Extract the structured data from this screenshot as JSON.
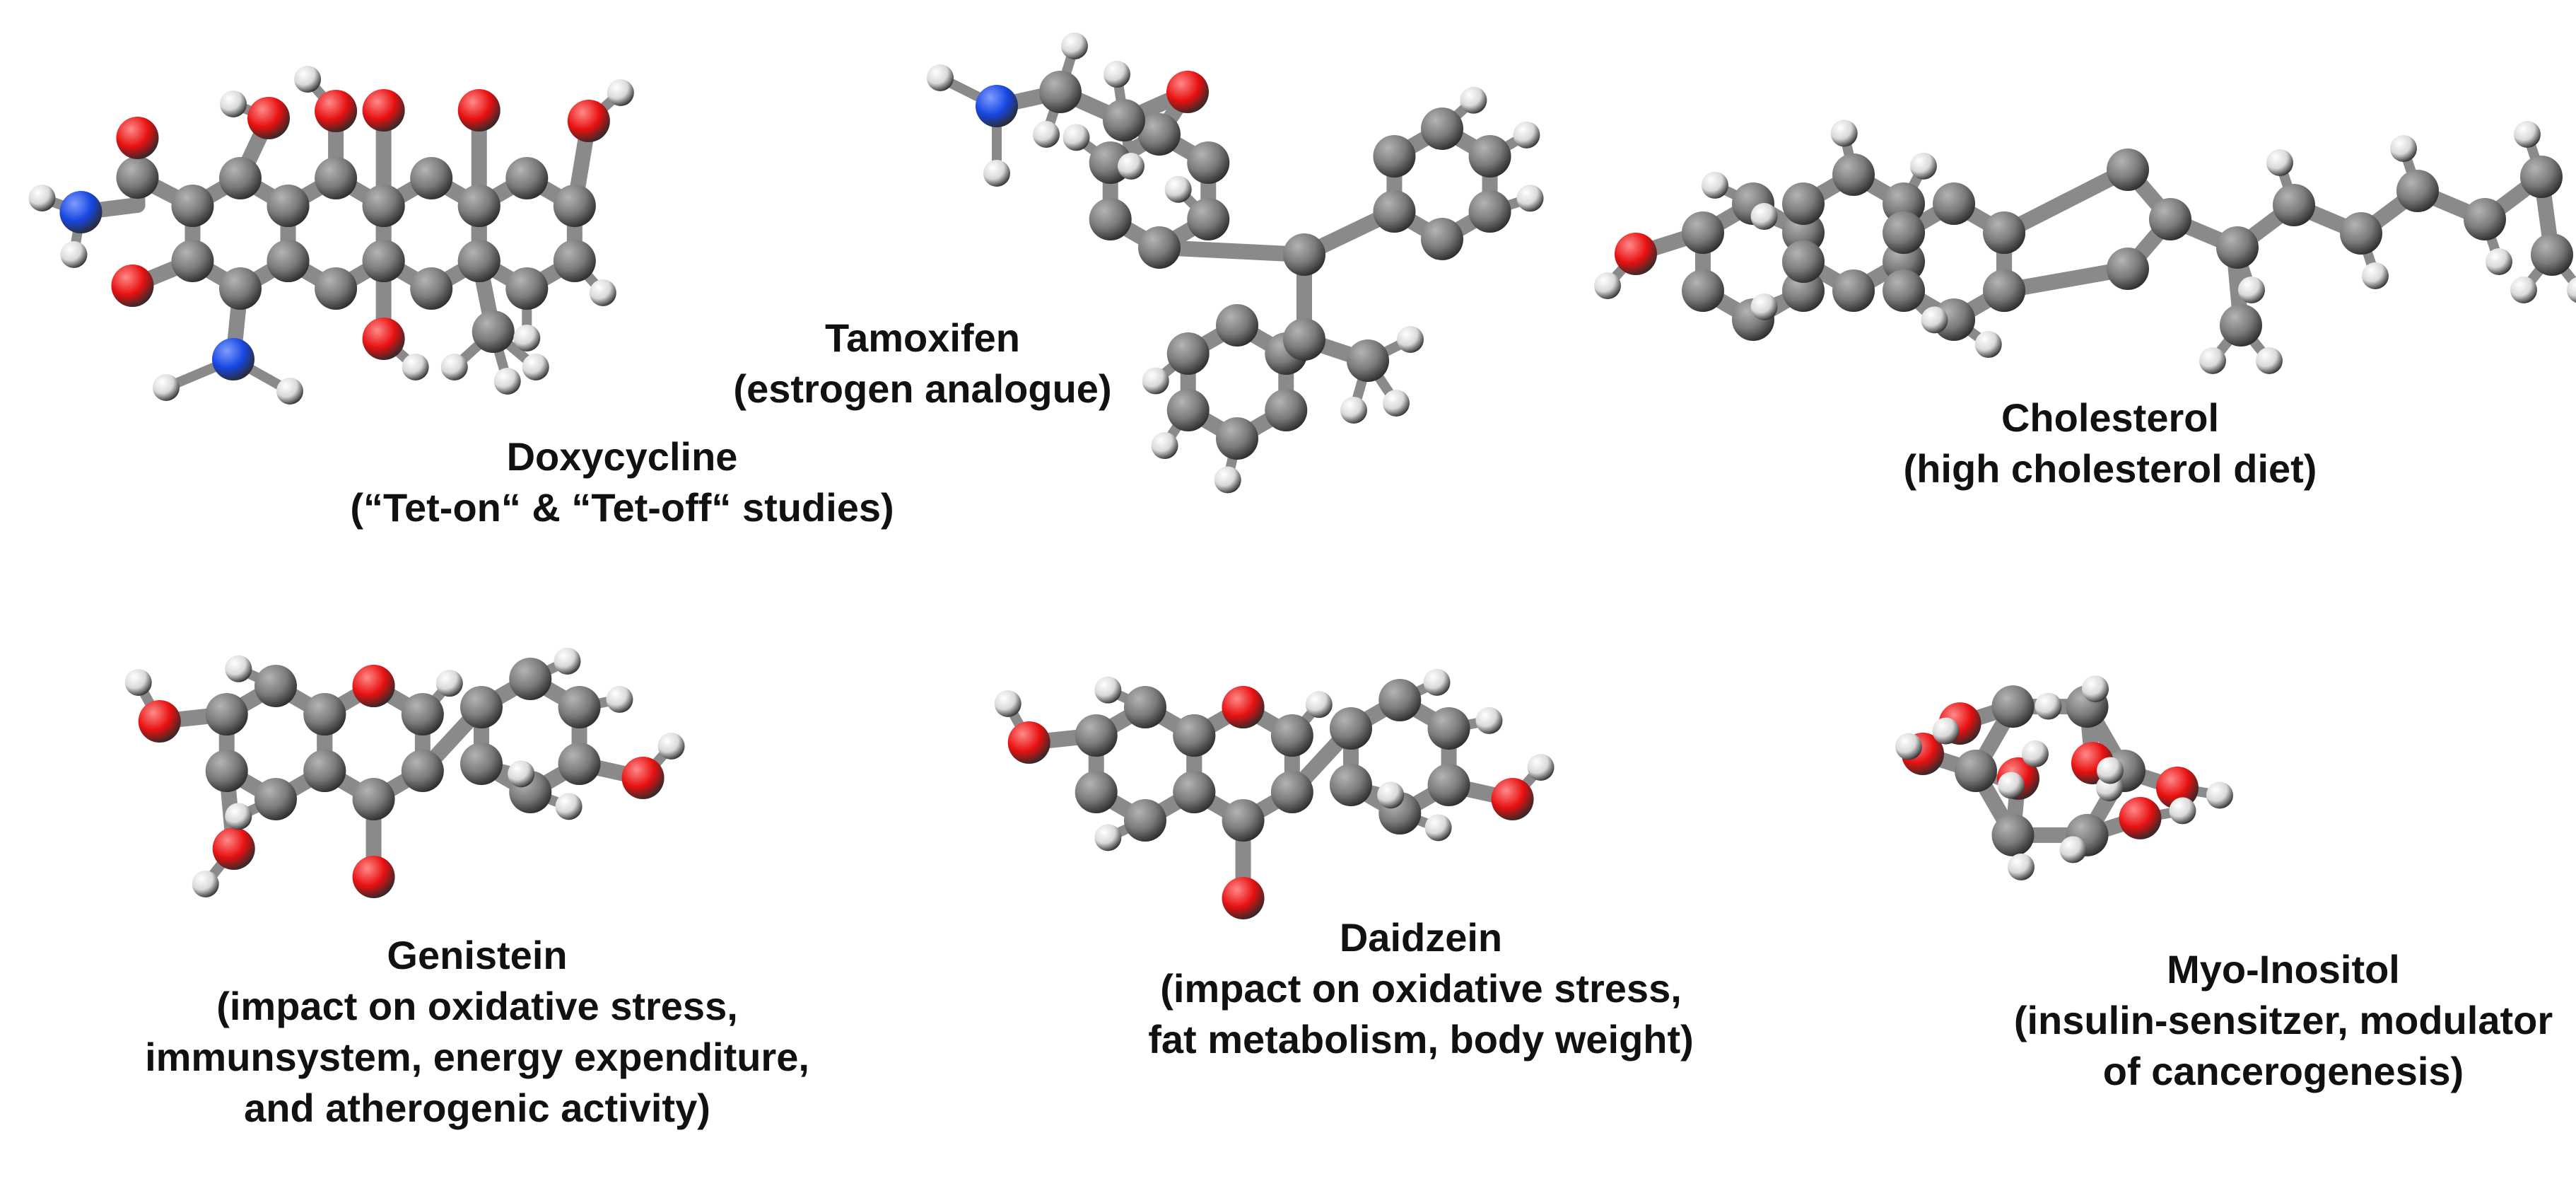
{
  "colors": {
    "carbon": "#7a7a7a",
    "carbon_highlight": "#b4b4b4",
    "oxygen": "#e81010",
    "oxygen_highlight": "#ff8a8a",
    "nitrogen": "#1646e0",
    "nitrogen_highlight": "#7f9dff",
    "hydrogen": "#d9d9d9",
    "hydrogen_highlight": "#ffffff",
    "bond": "#8a8a8a",
    "text": "#111111"
  },
  "molecules": [
    {
      "id": "doxycycline",
      "name": "Doxycycline",
      "description": "(“Tet-on“ & “Tet-off“ studies)"
    },
    {
      "id": "tamoxifen",
      "name": "Tamoxifen",
      "description": "(estrogen analogue)"
    },
    {
      "id": "cholesterol",
      "name": "Cholesterol",
      "description": "(high cholesterol diet)"
    },
    {
      "id": "genistein",
      "name": "Genistein",
      "description_lines": [
        "(impact on oxidative stress,",
        "immunsystem, energy expenditure,",
        "and atherogenic activity)"
      ]
    },
    {
      "id": "daidzein",
      "name": "Daidzein",
      "description_lines": [
        "(impact on oxidative stress,",
        "fat metabolism, body weight)"
      ]
    },
    {
      "id": "myo-inositol",
      "name": "Myo-Inositol",
      "description_lines": [
        "(insulin-sensitzer, modulator",
        "of cancerogenesis)"
      ]
    }
  ]
}
